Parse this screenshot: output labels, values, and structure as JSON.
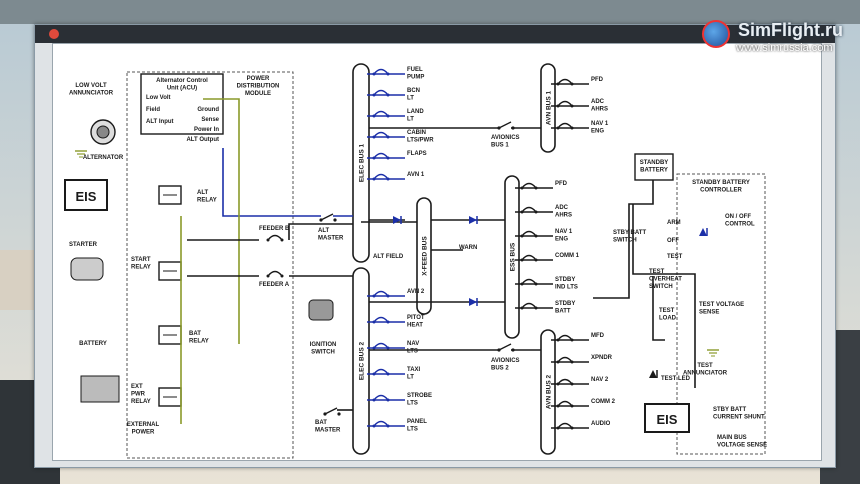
{
  "watermark": {
    "brand": "SimFlight.ru",
    "url": "www.simrussia.com"
  },
  "colors": {
    "wire_black": "#1a1a1a",
    "wire_blue": "#1b2fa8",
    "wire_green": "#8a9a2a",
    "dash": "#555555"
  },
  "labels": {
    "low_volt_ann": [
      "LOW VOLT",
      "ANNUNCIATOR"
    ],
    "alternator": "ALTERNATOR",
    "eis_left": "EIS",
    "starter": "STARTER",
    "battery": "BATTERY",
    "external_power": [
      "EXTERNAL",
      "POWER"
    ],
    "acu_title": [
      "Alternator Control",
      "Unit (ACU)"
    ],
    "acu_low_volt": "Low Volt",
    "acu_field": "Field",
    "acu_alt_input": "ALT Input",
    "acu_ground": "Ground",
    "acu_sense": "Sense",
    "acu_power_in": "Power In",
    "acu_alt_output": "ALT Output",
    "pdm": [
      "POWER",
      "DISTRIBUTION",
      "MODULE"
    ],
    "alt_relay": [
      "ALT",
      "RELAY"
    ],
    "start_relay": [
      "START",
      "RELAY"
    ],
    "bat_relay": [
      "BAT",
      "RELAY"
    ],
    "ext_pwr_relay": [
      "EXT",
      "PWR",
      "RELAY"
    ],
    "feeder_b": "FEEDER B",
    "feeder_a": "FEEDER A",
    "alt_master": [
      "ALT",
      "MASTER"
    ],
    "ignition_switch": [
      "IGNITION",
      "SWITCH"
    ],
    "bat_master": [
      "BAT",
      "MASTER"
    ],
    "elec_bus_1": "ELEC BUS 1",
    "elec_bus_2": "ELEC BUS 2",
    "xfeed_bus": "X-FEED BUS",
    "alt_field": "ALT FIELD",
    "warn": "WARN",
    "ess_bus": "ESS BUS",
    "avn_bus_1": "AVN BUS 1",
    "avn_bus_2": "AVN BUS 2",
    "avionics_bus_1": [
      "AVIONICS",
      "BUS 1"
    ],
    "avionics_bus_2": [
      "AVIONICS",
      "BUS 2"
    ],
    "eb1_loads": [
      [
        "FUEL",
        "PUMP"
      ],
      [
        "BCN",
        "LT"
      ],
      [
        "LAND",
        "LT"
      ],
      [
        "CABIN",
        "LTS/PWR"
      ],
      [
        "FLAPS"
      ],
      [
        "AVN 1"
      ]
    ],
    "eb2_loads": [
      [
        "AVN 2"
      ],
      [
        "PITOT",
        "HEAT"
      ],
      [
        "NAV",
        "LTS"
      ],
      [
        "TAXI",
        "LT"
      ],
      [
        "STROBE",
        "LTS"
      ],
      [
        "PANEL",
        "LTS"
      ]
    ],
    "avn1_loads": [
      [
        "PFD"
      ],
      [
        "ADC",
        "AHRS"
      ],
      [
        "NAV 1",
        "ENG"
      ]
    ],
    "ess_loads": [
      [
        "PFD"
      ],
      [
        "ADC",
        "AHRS"
      ],
      [
        "NAV 1",
        "ENG"
      ],
      [
        "COMM 1"
      ],
      [
        "STDBY",
        "IND LTS"
      ],
      [
        "STDBY",
        "BATT"
      ]
    ],
    "avn2_loads": [
      [
        "MFD"
      ],
      [
        "XPNDR"
      ],
      [
        "NAV 2"
      ],
      [
        "COMM 2"
      ],
      [
        "AUDIO"
      ]
    ],
    "standby_battery": [
      "STANDBY",
      "BATTERY"
    ],
    "sbc_title": [
      "STANDBY BATTERY",
      "CONTROLLER"
    ],
    "stby_batt_switch": [
      "STBY BATT",
      "SWITCH"
    ],
    "arm": "ARM",
    "off": "OFF",
    "test": "TEST",
    "on_off_control": [
      "ON / OFF",
      "CONTROL"
    ],
    "test_overheat": [
      "TEST",
      "OVERHEAT",
      "SWITCH"
    ],
    "test_load": [
      "TEST",
      "LOAD"
    ],
    "test_voltage_sense": [
      "TEST VOLTAGE",
      "SENSE"
    ],
    "test_led": "TEST LED",
    "test_annunciator": [
      "TEST",
      "ANNUNCIATOR"
    ],
    "eis_right": "EIS",
    "stby_batt_shunt": [
      "STBY BATT",
      "CURRENT SHUNT"
    ],
    "main_bus_sense": [
      "MAIN BUS",
      "VOLTAGE SENSE"
    ]
  }
}
